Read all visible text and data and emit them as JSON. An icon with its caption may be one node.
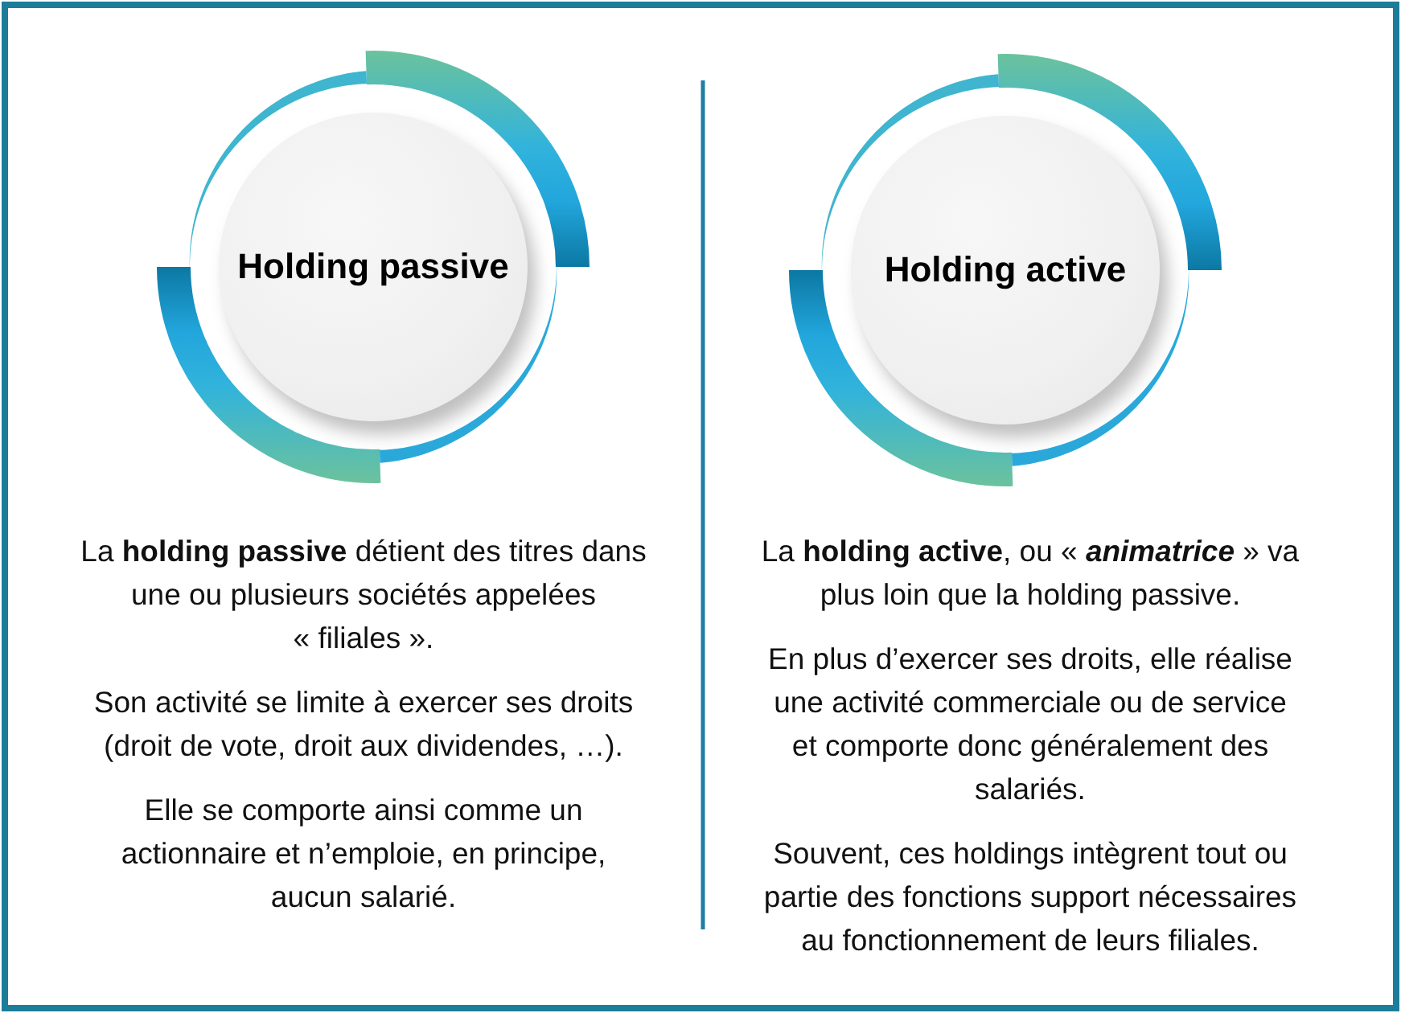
{
  "diagram": {
    "nodes": [
      {
        "text": [
          "Holding passive"
        ]
      },
      {
        "text": [
          "Holding active"
        ]
      }
    ],
    "labels": [
      "La **holding passive** détient des titres dans une ou plusieurs sociétés appelées « filiales ».",
      "Son activité se limite à exercer ses droits (droit de vote, droit aux dividendes, …).",
      "Elle se comporte ainsi comme un actionnaire et n’emploie, en principe, aucun salarié.",
      "La **holding active**, ou « *animatrice* » va plus loin que la holding passive.",
      "En plus d’exercer ses droits, elle réalise une activité commerciale ou de service et comporte donc généralement des salariés.",
      "Souvent, ces holdings intègrent tout ou partie des fonctions support nécessaires au fonctionnement de leurs filiales."
    ]
  }
}
